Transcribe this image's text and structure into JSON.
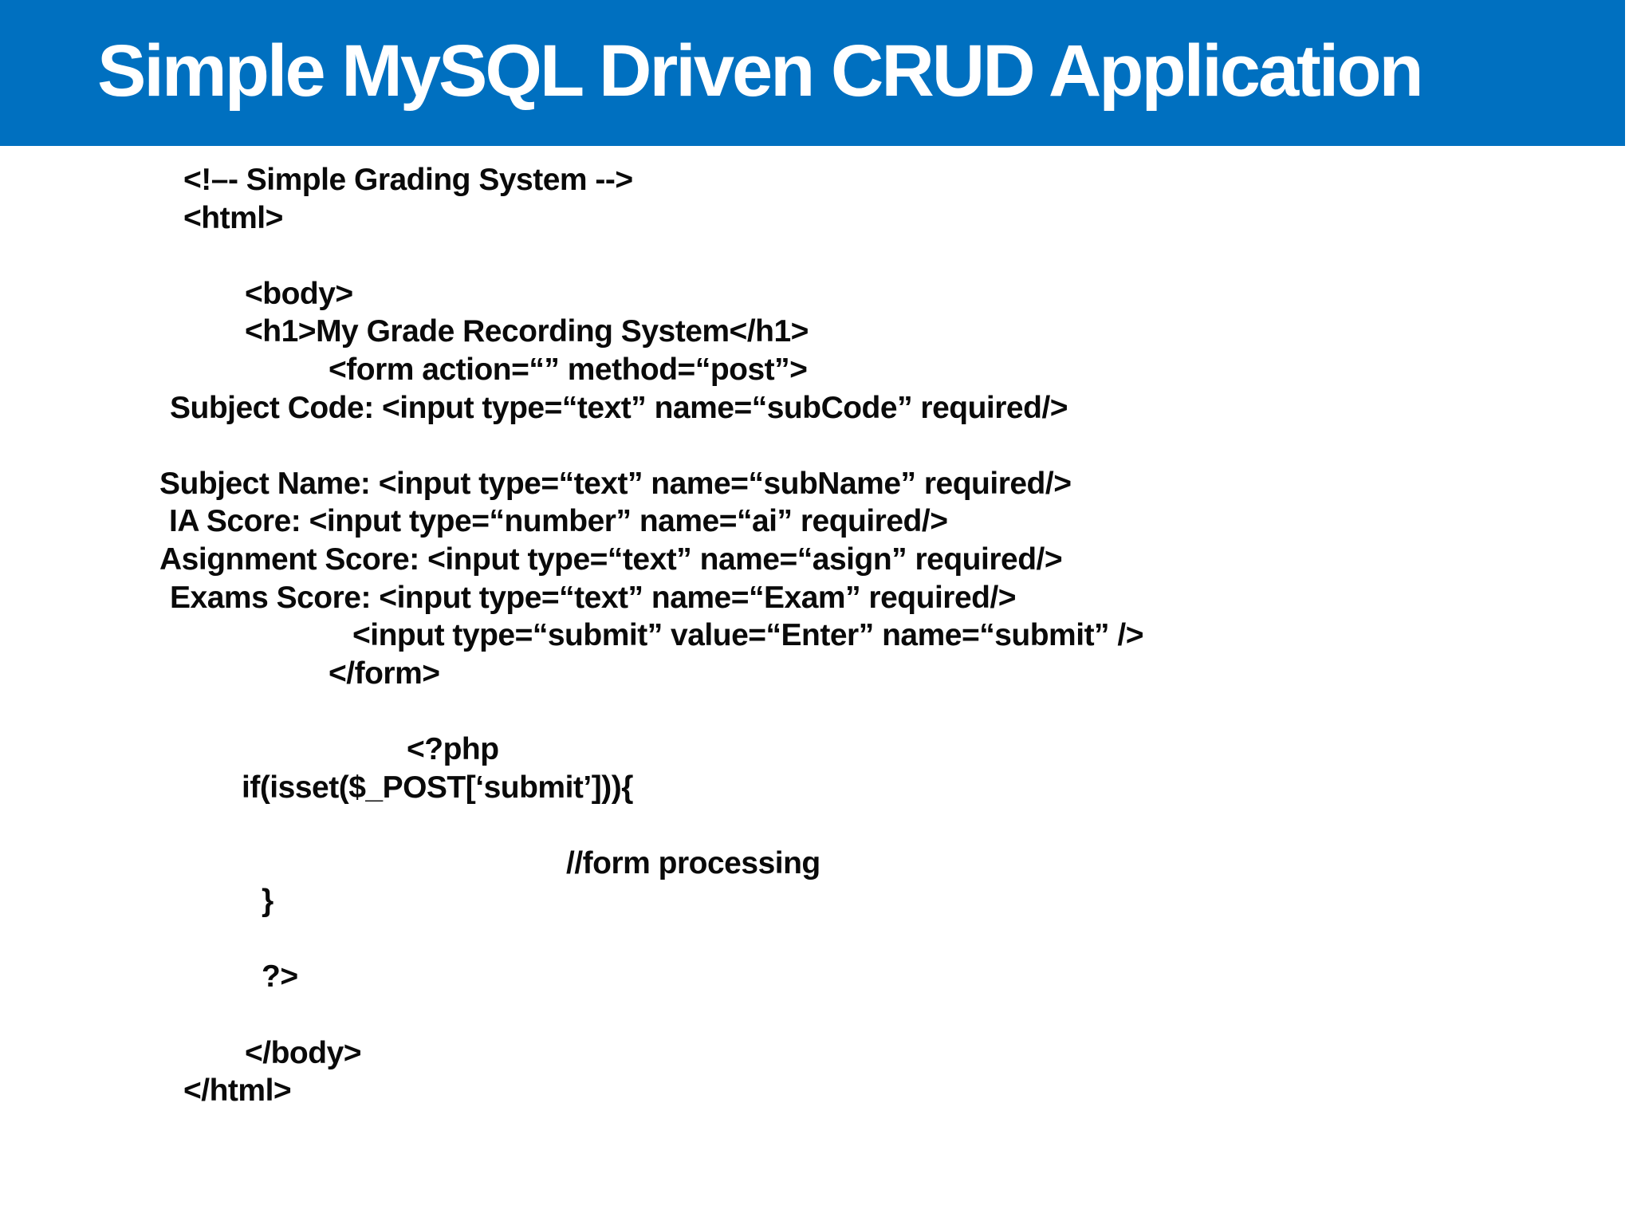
{
  "header": {
    "title": "Simple MySQL Driven CRUD Application",
    "bar_color": "#0070C0",
    "text_color": "#FFFFFF"
  },
  "code": {
    "text_color": "#0A0A0A",
    "lines": [
      {
        "text": "<!–- Simple Grading System -->",
        "indent": 230
      },
      {
        "text": "<html>",
        "indent": 230
      },
      {
        "text": "",
        "indent": 0
      },
      {
        "text": "<body>",
        "indent": 307
      },
      {
        "text": "<h1>My Grade Recording System</h1>",
        "indent": 307
      },
      {
        "text": "<form action=“” method=“post”>",
        "indent": 412
      },
      {
        "text": "Subject Code: <input type=“text” name=“subCode” required/>",
        "indent": 213
      },
      {
        "text": "",
        "indent": 0
      },
      {
        "text": "Subject Name: <input type=“text” name=“subName” required/>",
        "indent": 200
      },
      {
        "text": "IA Score: <input type=“number” name=“ai” required/>",
        "indent": 212
      },
      {
        "text": "Asignment Score: <input type=“text” name=“asign” required/>",
        "indent": 200
      },
      {
        "text": "Exams Score: <input type=“text” name=“Exam” required/>",
        "indent": 213
      },
      {
        "text": "<input type=“submit” value=“Enter” name=“submit” />",
        "indent": 442
      },
      {
        "text": "</form>",
        "indent": 412
      },
      {
        "text": "",
        "indent": 0
      },
      {
        "text": "<?php",
        "indent": 510
      },
      {
        "text": "if(isset($_POST[‘submit’])){",
        "indent": 303
      },
      {
        "text": "",
        "indent": 0
      },
      {
        "text": "//form processing",
        "indent": 710
      },
      {
        "text": "}",
        "indent": 328
      },
      {
        "text": "",
        "indent": 0
      },
      {
        "text": "?>",
        "indent": 328
      },
      {
        "text": "",
        "indent": 0
      },
      {
        "text": "</body>",
        "indent": 307
      },
      {
        "text": "</html>",
        "indent": 230
      }
    ]
  }
}
